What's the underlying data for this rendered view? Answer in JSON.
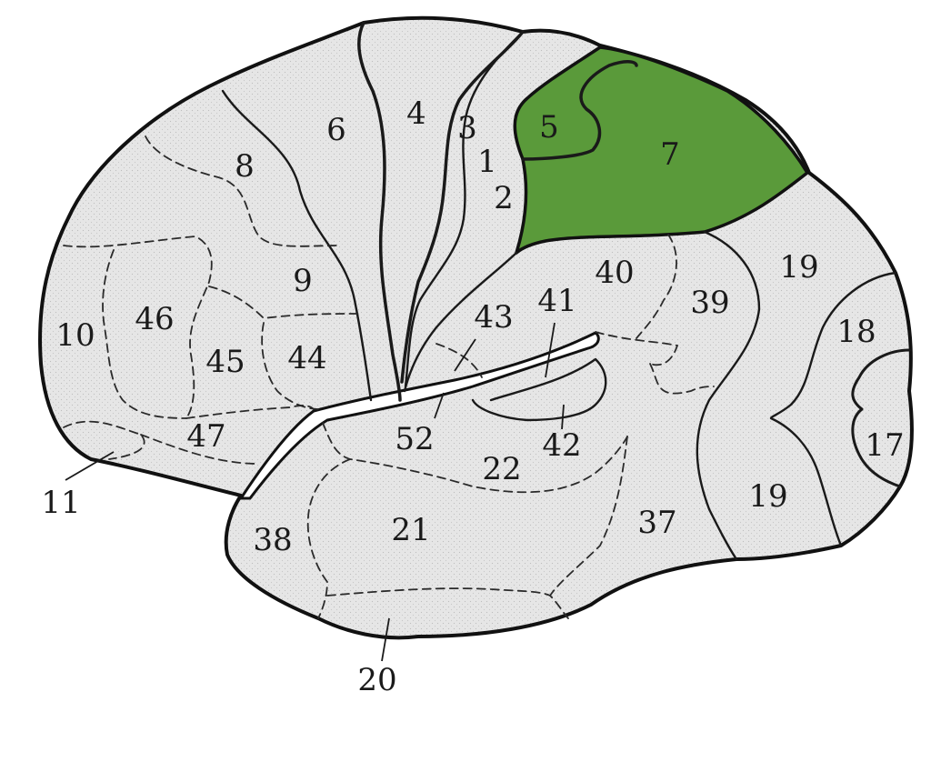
{
  "highlight_color": "#5a9a3a",
  "cortex_fill": "#e8e8e8",
  "areas": {
    "a1": "1",
    "a2": "2",
    "a3": "3",
    "a4": "4",
    "a5": "5",
    "a6": "6",
    "a7": "7",
    "a8": "8",
    "a9": "9",
    "a10": "10",
    "a17": "17",
    "a18": "18",
    "a19a": "19",
    "a19b": "19",
    "a20": "20",
    "a21": "21",
    "a22": "22",
    "a37": "37",
    "a38": "38",
    "a39": "39",
    "a40": "40",
    "a41": "41",
    "a42": "42",
    "a43": "43",
    "a44": "44",
    "a45": "45",
    "a46": "46",
    "a47": "47",
    "a11": "11",
    "a52": "52"
  },
  "highlighted_area": "7"
}
